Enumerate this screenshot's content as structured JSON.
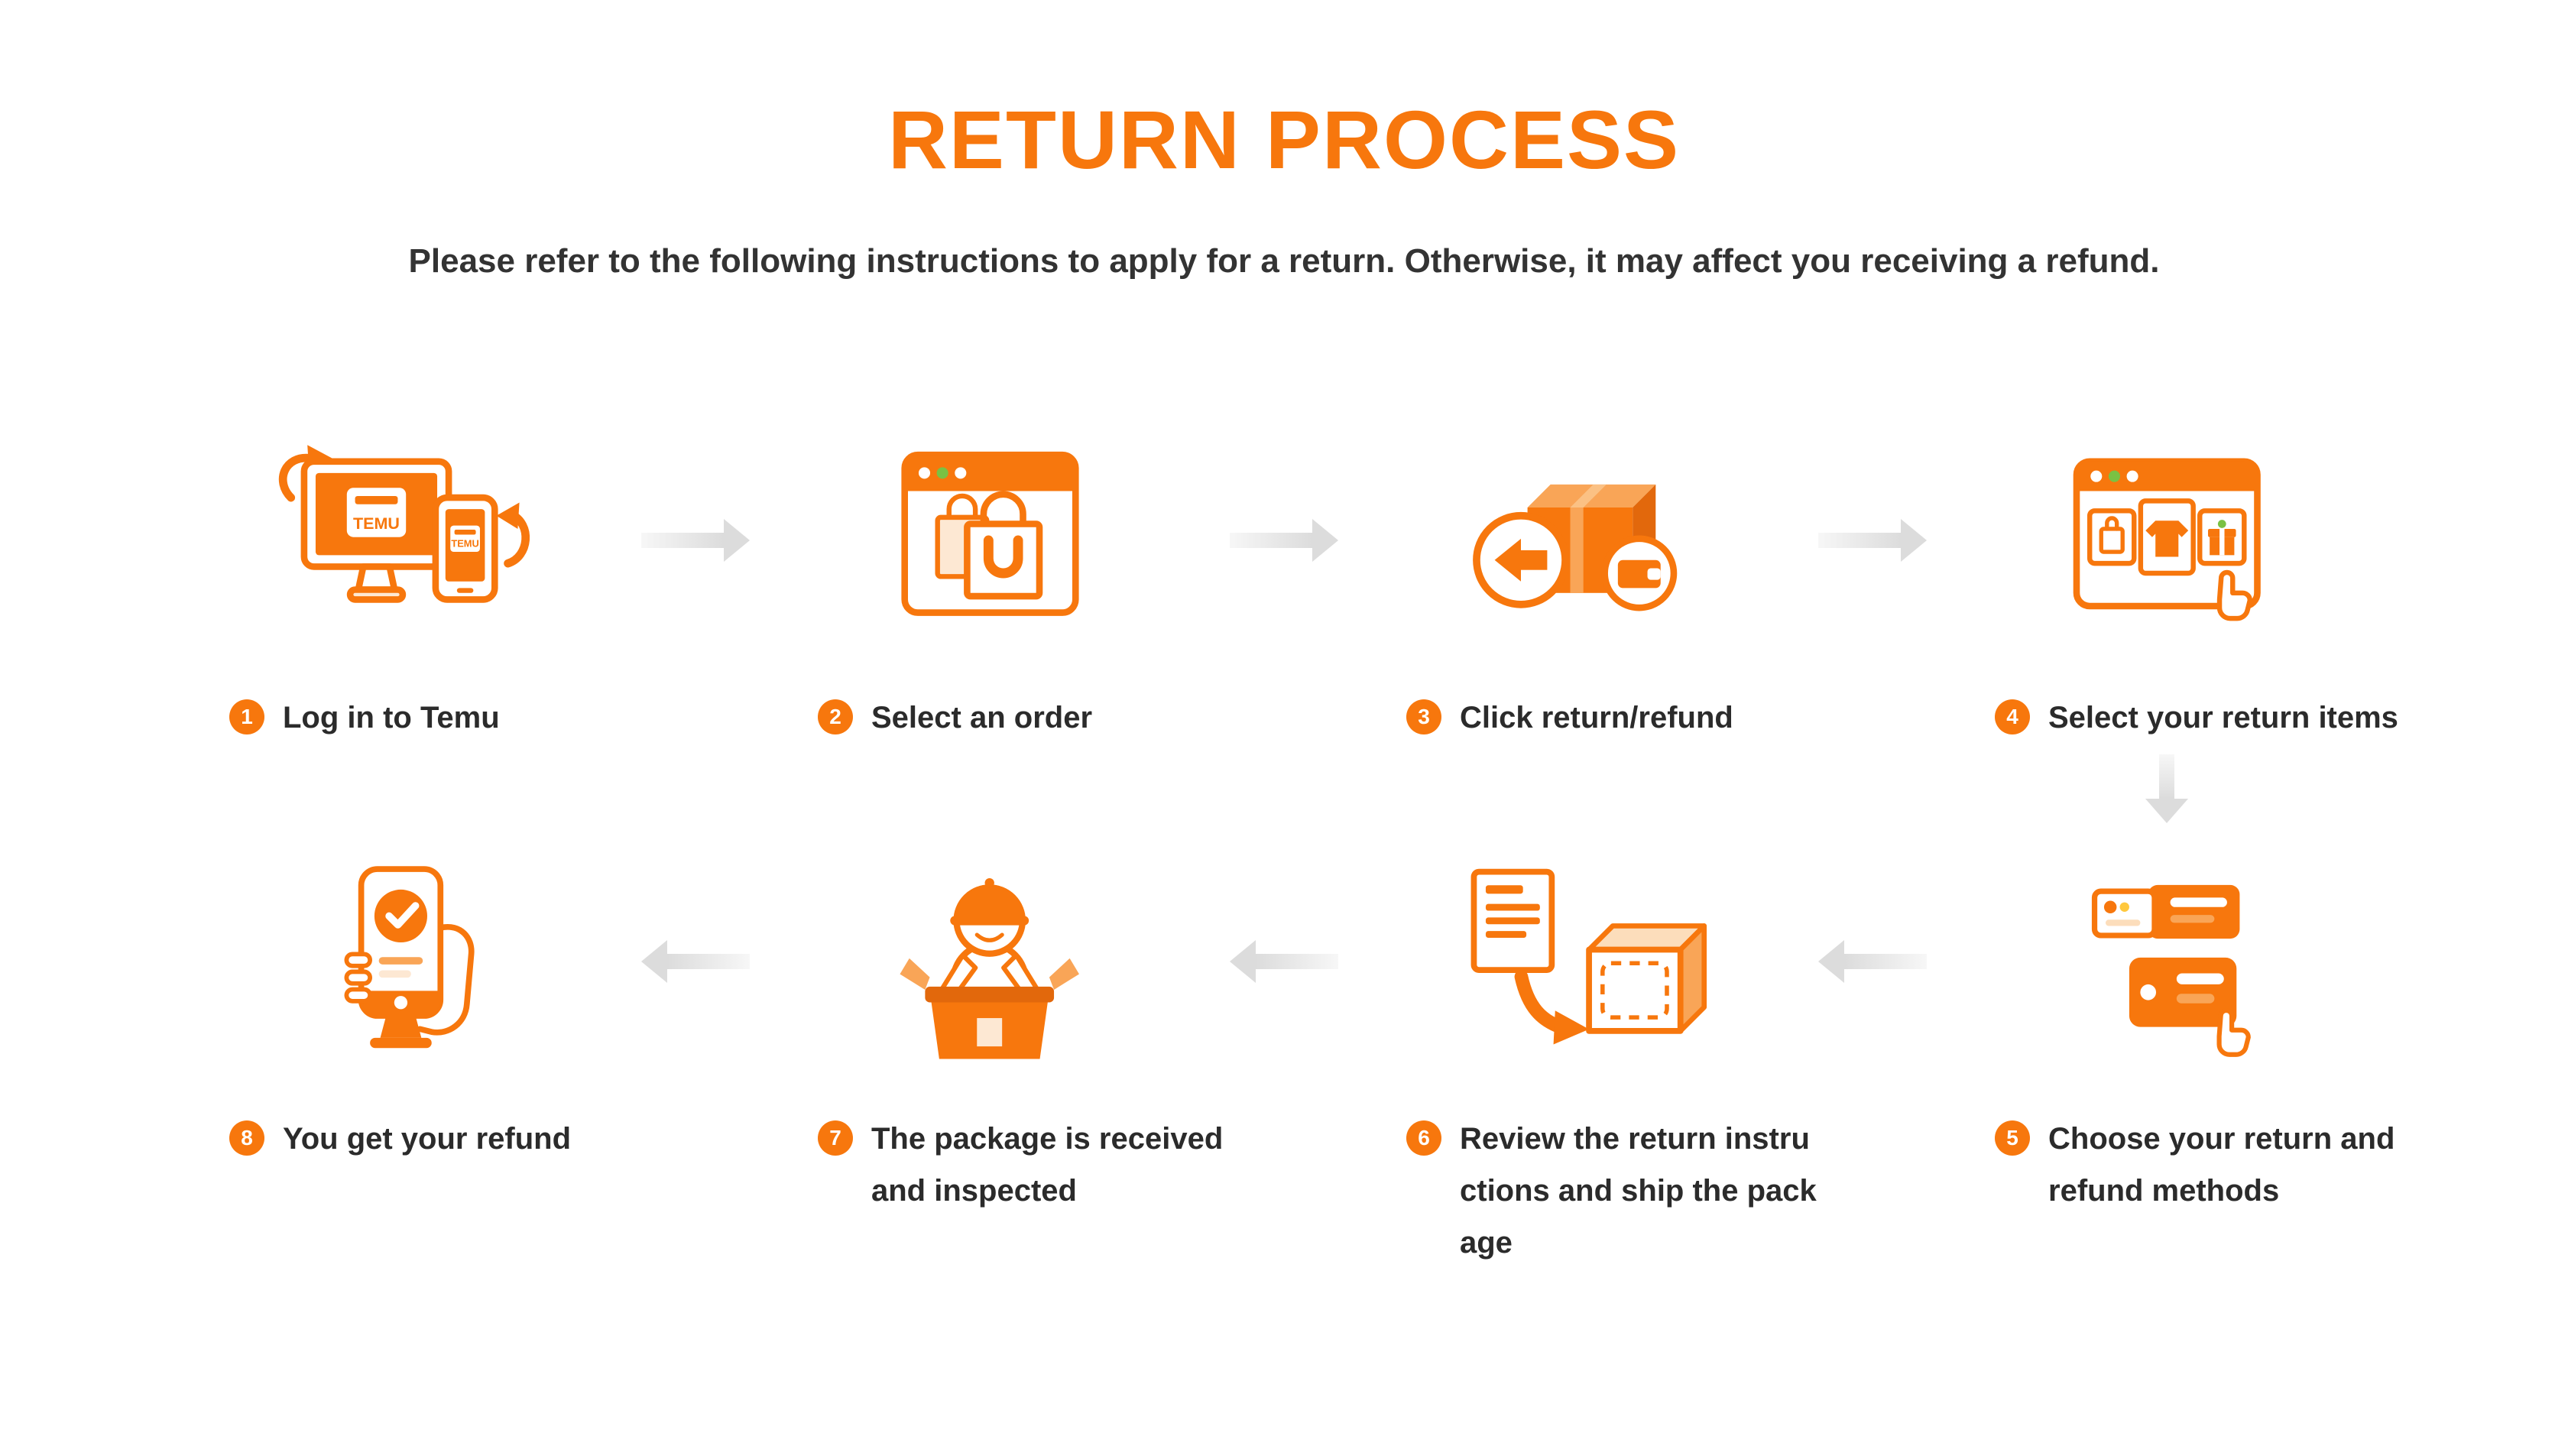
{
  "page": {
    "title": "RETURN PROCESS",
    "subtitle": "Please refer to the following instructions to apply for a return. Otherwise, it may affect you receiving a refund."
  },
  "colors": {
    "accent": "#F7770D",
    "accent_light": "#FCDDBB",
    "arrow_gray": "#DCDCDC",
    "text": "#2B2B2B"
  },
  "icons": {
    "temu_logo": "TEMU"
  },
  "steps": [
    {
      "number": "1",
      "label": "Log in to Temu",
      "icon": "temu-devices-icon"
    },
    {
      "number": "2",
      "label": "Select an order",
      "icon": "order-browser-icon"
    },
    {
      "number": "3",
      "label": "Click return/refund",
      "icon": "return-package-icon"
    },
    {
      "number": "4",
      "label": "Select your return items",
      "icon": "select-items-browser-icon"
    },
    {
      "number": "5",
      "label": "Choose your return and refund methods",
      "icon": "refund-methods-icon"
    },
    {
      "number": "6",
      "label": "Review the return instructions and ship the package",
      "icon": "ship-package-icon"
    },
    {
      "number": "7",
      "label": "The package is received and inspected",
      "icon": "package-inspection-icon"
    },
    {
      "number": "8",
      "label": "You get your refund",
      "icon": "refund-received-icon"
    }
  ]
}
